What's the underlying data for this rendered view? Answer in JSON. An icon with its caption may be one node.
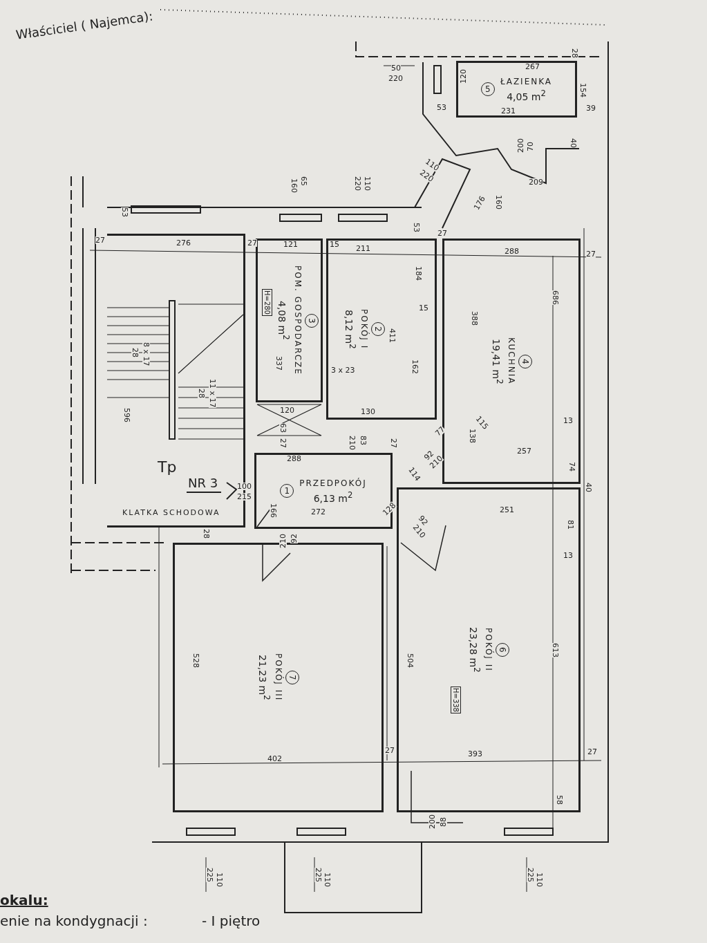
{
  "diagram": {
    "nodes": [
      {
        "text": [
          "KLATKA SCHODOWA"
        ]
      },
      {
        "text": [
          "1",
          "PRZEDPOKÓJ",
          "6,13 m$^{2}$"
        ]
      },
      {
        "text": [
          "2",
          "POKÓJ I",
          "8,12 m$^{2}$"
        ]
      },
      {
        "text": [
          "3",
          "POM. GOSPODARCZE",
          "4,08 m$^{2}$"
        ]
      },
      {
        "text": [
          "H=280"
        ],
        "in": 3
      },
      {
        "text": [
          "4",
          "KUCHNIA",
          "19,41 m$^{2}$"
        ]
      },
      {
        "text": [
          "5",
          "ŁAZIENKA",
          "4,05 m$^{2}$"
        ]
      },
      {
        "text": [
          "6",
          "POKÓJ II",
          "23,28 m$^{2}$"
        ]
      },
      {
        "text": [
          "H=338"
        ],
        "in": 7
      },
      {
        "text": [
          "7",
          "POKÓJ III",
          "21,23 m$^{2}$"
        ]
      }
    ],
    "labels": [
      "Właściciel ( Najemca):",
      "50",
      "220",
      "267",
      "28",
      "120",
      "154",
      "53",
      "231",
      "39",
      "200",
      "70",
      "40",
      "110",
      "220",
      "209",
      "176",
      "160",
      "160",
      "65",
      "220",
      "110",
      "53",
      "27",
      "276",
      "27",
      "121",
      "15",
      "211",
      "53",
      "27",
      "288",
      "27",
      "686",
      "184",
      "8 x 17",
      "28",
      "11 x 17",
      "28",
      "337",
      "15",
      "411",
      "162",
      "388",
      "3 x 23",
      "596",
      "120",
      "130",
      "63",
      "27",
      "83",
      "210",
      "27",
      "77",
      "115",
      "138",
      "13",
      "92",
      "210",
      "257",
      "74",
      "288",
      "114",
      "Tp",
      "NR 3",
      "100",
      "215",
      "128",
      "40",
      "166",
      "272",
      "251",
      "28",
      "210",
      "92",
      "210",
      "92",
      "81",
      "13",
      "528",
      "504",
      "613",
      "402",
      "27",
      "393",
      "27",
      "58",
      "88",
      "200",
      "110",
      "225",
      "110",
      "225",
      "110",
      "225",
      "okalu:",
      "enie na kondygnacji :",
      "- I piętro"
    ]
  }
}
